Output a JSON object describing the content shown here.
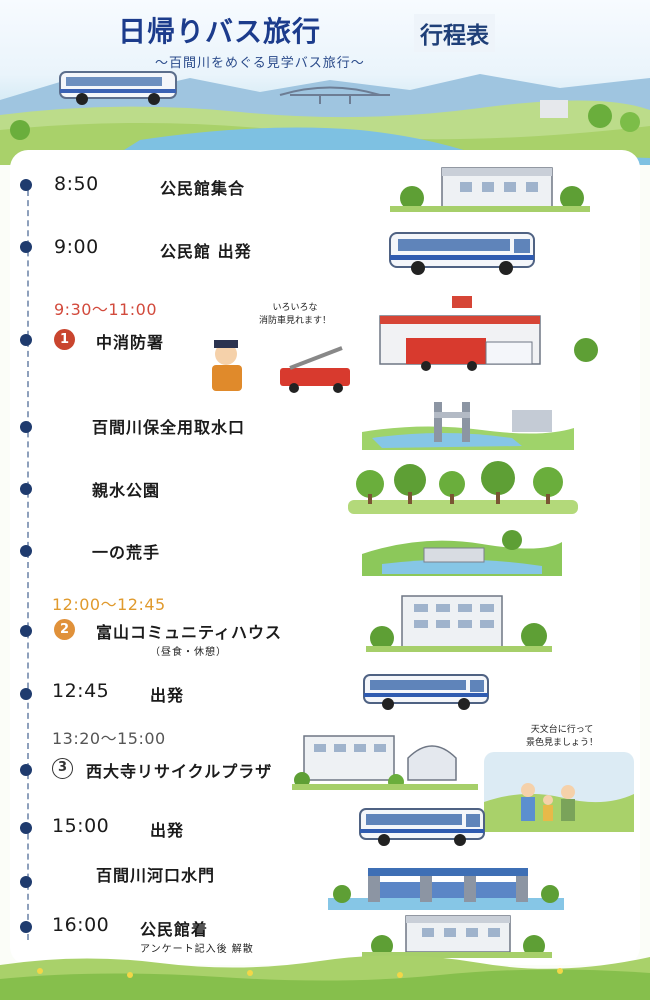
{
  "header": {
    "title": "日帰りバス旅行",
    "title_tag": "行程表",
    "subtitle": "～百間川をめぐる見学バス旅行～"
  },
  "schedule": [
    {
      "time": "8:50",
      "label": "公民館集合",
      "illustration": "community-center"
    },
    {
      "time": "9:00",
      "label": "公民館 出発",
      "illustration": "bus"
    },
    {
      "time_range": "9:30～11:00",
      "number": "1",
      "label": "中消防署",
      "bubble_line1": "いろいろな",
      "bubble_line2": "消防車見れます！",
      "illustration": "fire-station"
    },
    {
      "label": "百間川保全用取水口",
      "illustration": "water-intake"
    },
    {
      "label": "親水公園",
      "illustration": "park"
    },
    {
      "label": "一の荒手",
      "illustration": "weir"
    },
    {
      "time_range": "12:00～12:45",
      "number": "2",
      "label": "富山コミュニティハウス",
      "sublabel": "（昼食・休憩）",
      "illustration": "community-house"
    },
    {
      "time": "12:45",
      "label": "出発",
      "illustration": "bus"
    },
    {
      "time_range": "13:20～15:00",
      "number": "3",
      "label": "西大寺リサイクルプラザ",
      "bubble_line1": "天文台に行って",
      "bubble_line2": "景色見ましょう！",
      "illustration": "recycle-plaza"
    },
    {
      "time": "15:00",
      "label": "出発",
      "illustration": "bus"
    },
    {
      "label": "百間川河口水門",
      "illustration": "floodgate"
    },
    {
      "time": "16:00",
      "label": "公民館着",
      "sublabel": "アンケート記入後 解散",
      "illustration": "community-center"
    }
  ],
  "colors": {
    "title": "#1c3c8c",
    "time_range_1": "#d24a3c",
    "time_range_2": "#e09a2d",
    "badge_1": "#c9452e",
    "badge_2": "#e0913a",
    "timeline_dot": "#1f3b6e"
  }
}
